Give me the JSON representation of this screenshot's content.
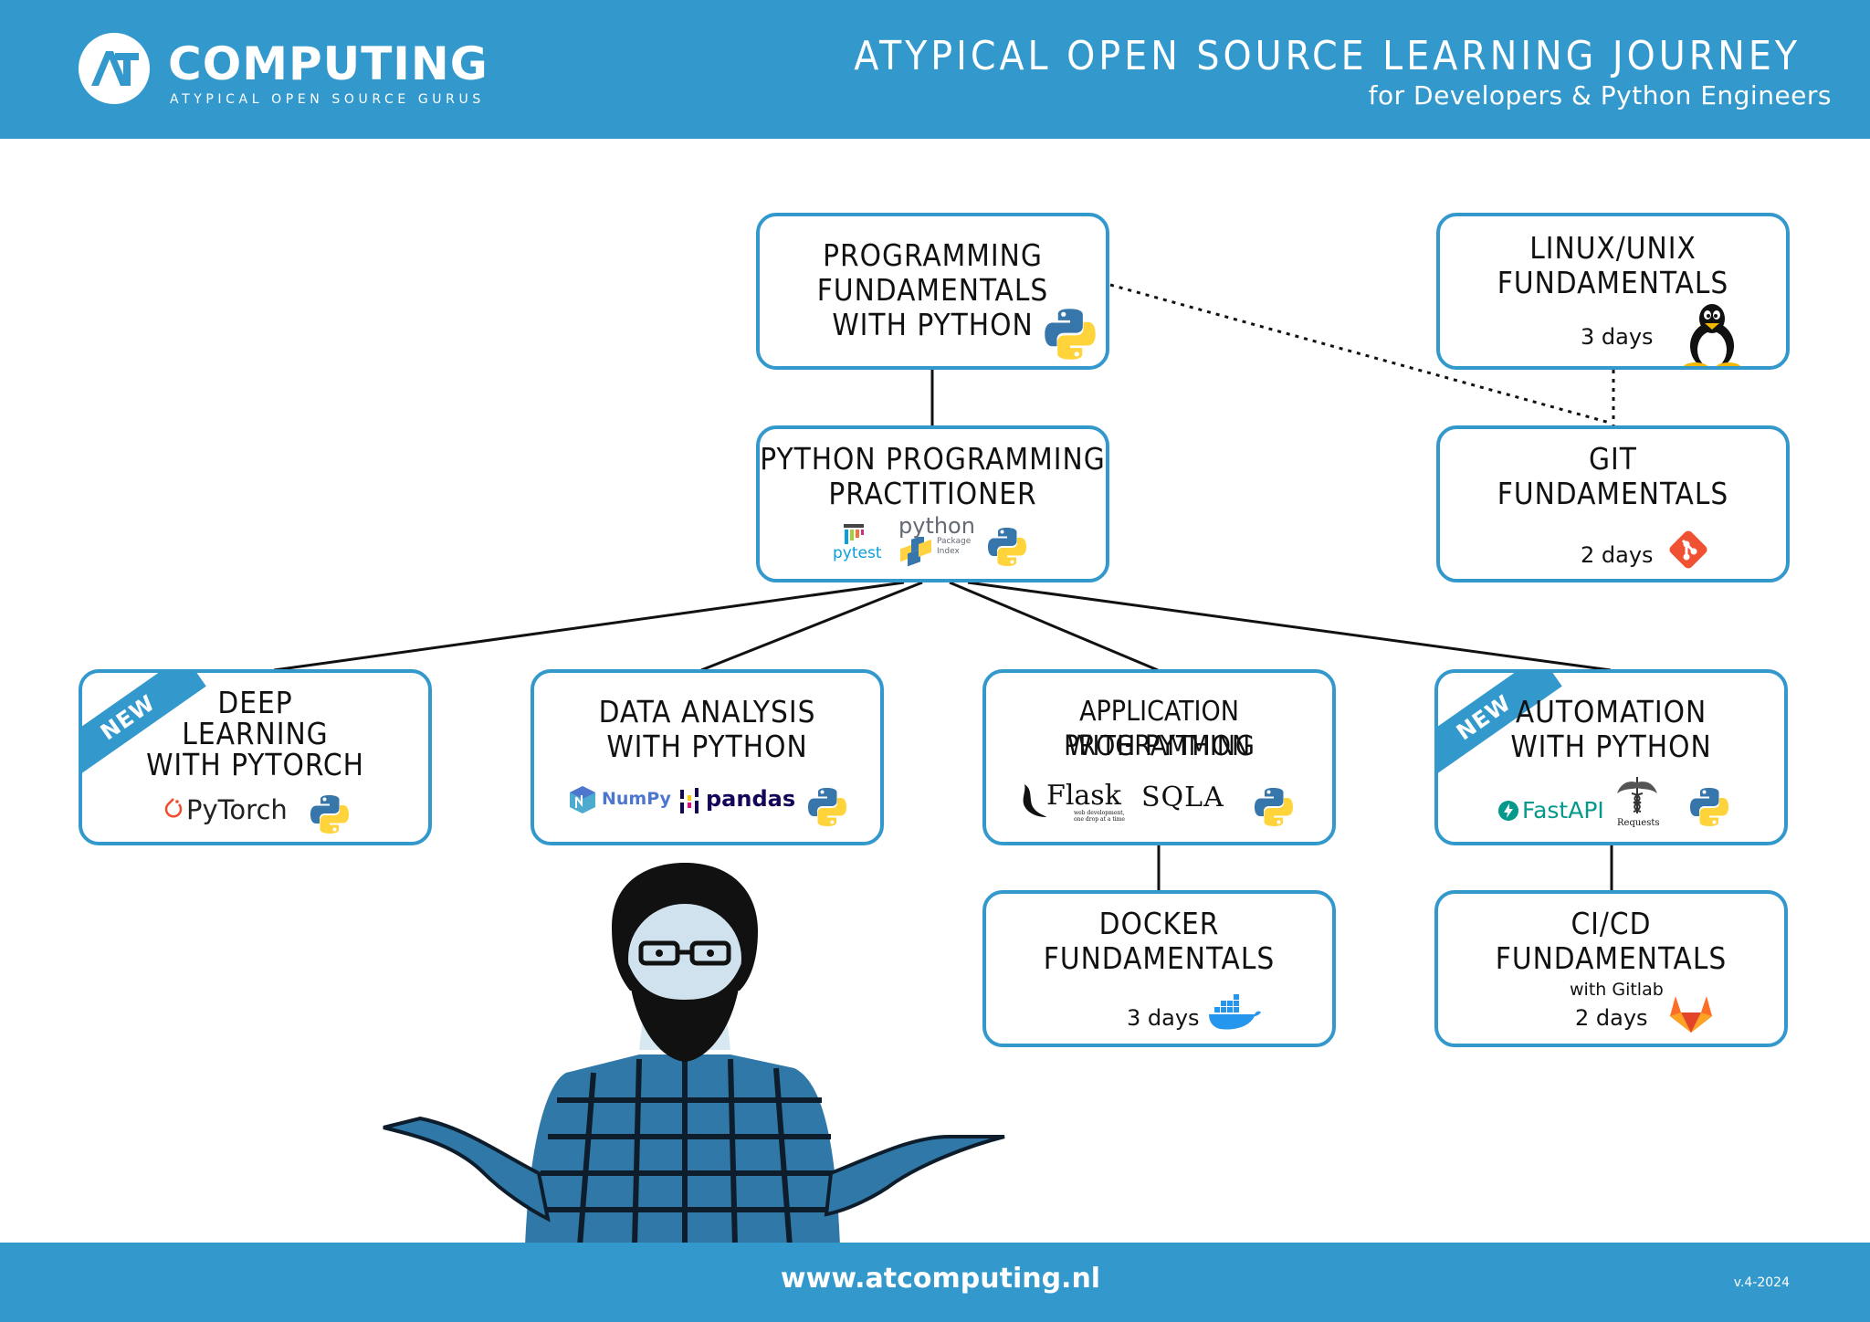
{
  "header": {
    "brand_name": "COMPUTING",
    "brand_tagline": "ATYPICAL OPEN SOURCE GURUS",
    "title": "ATYPICAL OPEN SOURCE LEARNING JOURNEY",
    "subtitle": "for Developers & Python Engineers"
  },
  "boxes": {
    "prog_fund": {
      "line1": "PROGRAMMING",
      "line2": "FUNDAMENTALS",
      "line3": "WITH PYTHON"
    },
    "practitioner": {
      "line1": "PYTHON PROGRAMMING",
      "line2": "PRACTITIONER",
      "logo_pytest": "pytest",
      "logo_pypi": "python",
      "logo_pypi_sub": "Package Index"
    },
    "linux": {
      "line1": "LINUX/UNIX",
      "line2": "FUNDAMENTALS",
      "days": "3 days"
    },
    "git": {
      "line1": "GIT",
      "line2": "FUNDAMENTALS",
      "days": "2 days"
    },
    "deep_learning": {
      "badge": "NEW",
      "line1": "DEEP",
      "line2": "LEARNING",
      "line3": "WITH PYTORCH",
      "logo_pytorch": "PyTorch"
    },
    "data_analysis": {
      "line1": "DATA ANALYSIS",
      "line2": "WITH PYTHON",
      "logo_numpy": "NumPy",
      "logo_pandas": "pandas"
    },
    "app_prog": {
      "line1": "APPLICATION PROGRAMMING",
      "line2": "WITH PYTHON",
      "logo_flask": "Flask",
      "logo_flask_sub": "web development, one drop at a time",
      "logo_sqla": "SQLA"
    },
    "automation": {
      "badge": "NEW",
      "line1": "AUTOMATION",
      "line2": "WITH PYTHON",
      "logo_fastapi": "FastAPI",
      "logo_requests": "Requests"
    },
    "docker": {
      "line1": "DOCKER",
      "line2": "FUNDAMENTALS",
      "days": "3 days"
    },
    "cicd": {
      "line1": "CI/CD",
      "line2": "FUNDAMENTALS",
      "note": "with Gitlab",
      "days": "2 days"
    }
  },
  "footer": {
    "url": "www.atcomputing.nl",
    "version": "v.4-2024"
  },
  "colors": {
    "brand_blue": "#3399cc",
    "python_blue": "#3776ab",
    "python_yellow": "#ffd43b",
    "git_red": "#f05133",
    "docker_blue": "#2496ed",
    "gitlab_orange": "#fc6d26"
  },
  "icons": [
    "at-computing-logo",
    "python-icon",
    "tux-icon",
    "git-icon",
    "docker-icon",
    "gitlab-icon",
    "pytorch-icon",
    "numpy-icon",
    "pandas-icon",
    "fastapi-icon",
    "requests-icon",
    "pytest-icon",
    "pypi-icon"
  ]
}
